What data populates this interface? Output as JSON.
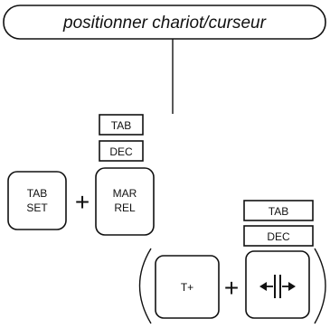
{
  "title": "positionner chariot/curseur",
  "keys": {
    "tab_set": [
      "TAB",
      "SET"
    ],
    "mar_rel": [
      "MAR",
      "REL"
    ],
    "t_plus": "T+"
  },
  "labels": {
    "tab": "TAB",
    "dec": "DEC"
  },
  "operators": {
    "plus": "+"
  },
  "icons": {
    "tab_dec_key": "bidirectional-tab-arrows-icon"
  }
}
